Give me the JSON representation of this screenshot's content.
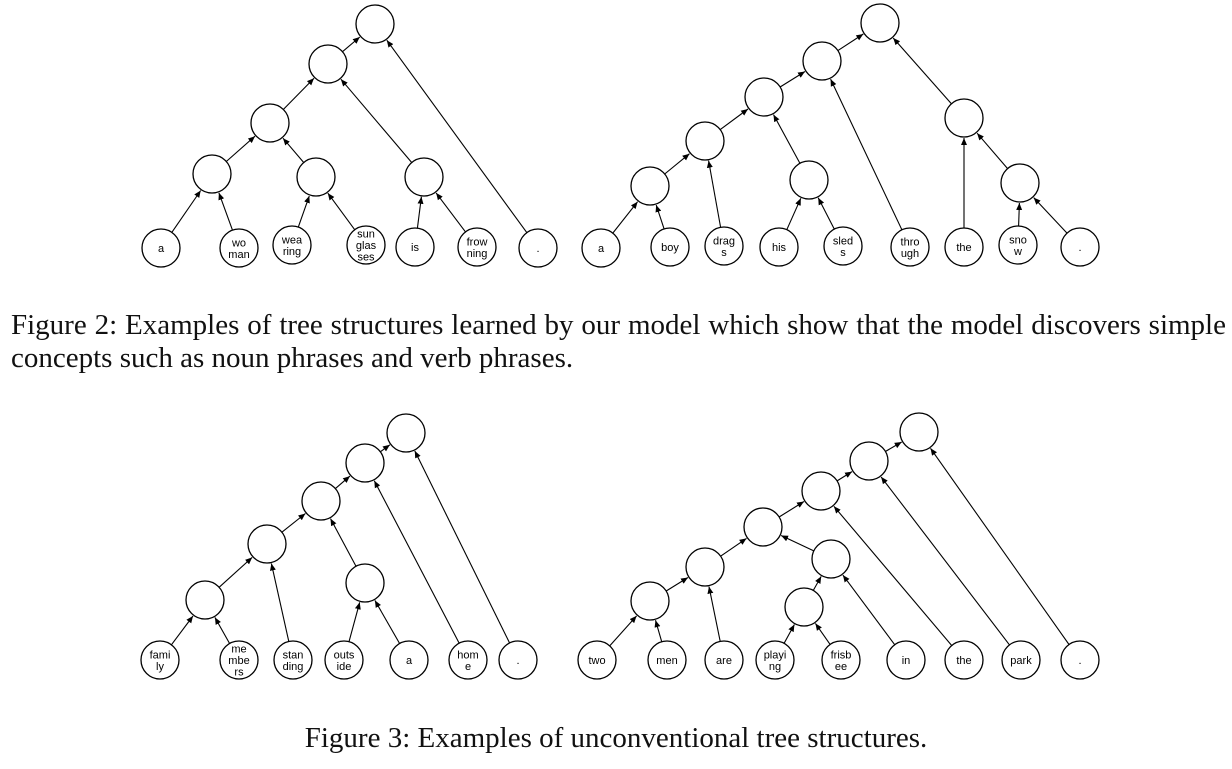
{
  "figure2": {
    "caption": "Figure 2: Examples of tree structures learned by our model which show that the model discovers simple concepts such as noun phrases and verb phrases.",
    "trees": [
      {
        "id": "fig2-left",
        "leaves": [
          [
            "a"
          ],
          [
            "wo",
            "man"
          ],
          [
            "wea",
            "ring"
          ],
          [
            "sun",
            "glas",
            "ses"
          ],
          [
            "is"
          ],
          [
            "frow",
            "ning"
          ],
          [
            "."
          ]
        ]
      },
      {
        "id": "fig2-right",
        "leaves": [
          [
            "a"
          ],
          [
            "boy"
          ],
          [
            "drag",
            "s"
          ],
          [
            "his"
          ],
          [
            "sled",
            "s"
          ],
          [
            "thro",
            "ugh"
          ],
          [
            "the"
          ],
          [
            "sno",
            "w"
          ],
          [
            "."
          ]
        ]
      }
    ]
  },
  "figure3": {
    "caption": "Figure 3: Examples of unconventional tree structures.",
    "trees": [
      {
        "id": "fig3-left",
        "leaves": [
          [
            "fami",
            "ly"
          ],
          [
            "me",
            "mbe",
            "rs"
          ],
          [
            "stan",
            "ding"
          ],
          [
            "outs",
            "ide"
          ],
          [
            "a"
          ],
          [
            "hom",
            "e"
          ],
          [
            "."
          ]
        ]
      },
      {
        "id": "fig3-right",
        "leaves": [
          [
            "two"
          ],
          [
            "men"
          ],
          [
            "are"
          ],
          [
            "playi",
            "ng"
          ],
          [
            "frisb",
            "ee"
          ],
          [
            "in"
          ],
          [
            "the"
          ],
          [
            "park"
          ],
          [
            "."
          ]
        ]
      }
    ]
  }
}
